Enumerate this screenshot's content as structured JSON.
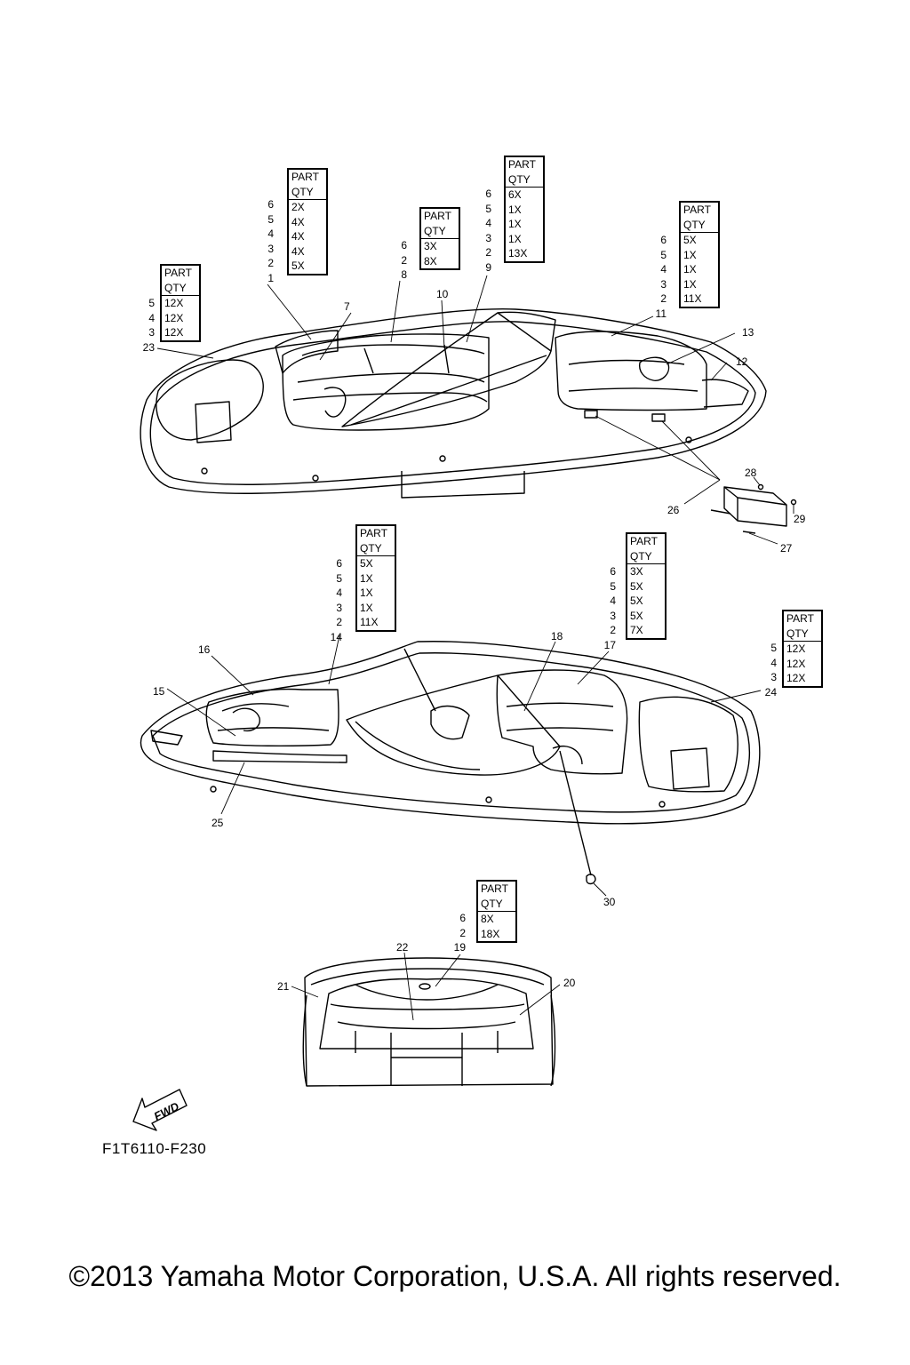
{
  "header_part": "PART",
  "header_qty": "QTY",
  "tables": [
    {
      "id": "t1",
      "rows": [
        "6",
        "5",
        "4",
        "3",
        "2",
        "1"
      ],
      "qty": [
        "2X",
        "4X",
        "4X",
        "4X",
        "5X"
      ]
    },
    {
      "id": "t2",
      "rows": [
        "6",
        "2",
        "8"
      ],
      "qty": [
        "3X",
        "8X"
      ]
    },
    {
      "id": "t3",
      "rows": [
        "6",
        "5",
        "4",
        "3",
        "2",
        "9"
      ],
      "qty": [
        "6X",
        "1X",
        "1X",
        "1X",
        "13X"
      ]
    },
    {
      "id": "t4",
      "rows": [
        "6",
        "5",
        "4",
        "3",
        "2",
        "11"
      ],
      "qty": [
        "5X",
        "1X",
        "1X",
        "1X",
        "11X"
      ]
    },
    {
      "id": "t5",
      "rows": [
        "5",
        "4",
        "3",
        "23"
      ],
      "qty": [
        "12X",
        "12X",
        "12X"
      ]
    },
    {
      "id": "t6",
      "rows": [
        "6",
        "5",
        "4",
        "3",
        "2",
        "14"
      ],
      "qty": [
        "5X",
        "1X",
        "1X",
        "1X",
        "11X"
      ]
    },
    {
      "id": "t7",
      "rows": [
        "6",
        "5",
        "4",
        "3",
        "2",
        "17"
      ],
      "qty": [
        "3X",
        "5X",
        "5X",
        "5X",
        "7X"
      ]
    },
    {
      "id": "t8",
      "rows": [
        "5",
        "4",
        "3",
        "24"
      ],
      "qty": [
        "12X",
        "12X",
        "12X"
      ]
    },
    {
      "id": "t9",
      "rows": [
        "6",
        "2",
        "19"
      ],
      "qty": [
        "8X",
        "18X"
      ]
    }
  ],
  "callouts": [
    "7",
    "10",
    "13",
    "12",
    "28",
    "29",
    "27",
    "26",
    "16",
    "18",
    "15",
    "25",
    "30",
    "22",
    "21",
    "20"
  ],
  "fwd_label": "FWD",
  "figure_code": "F1T6110-F230",
  "copyright": "©2013 Yamaha Motor Corporation, U.S.A. All rights reserved."
}
